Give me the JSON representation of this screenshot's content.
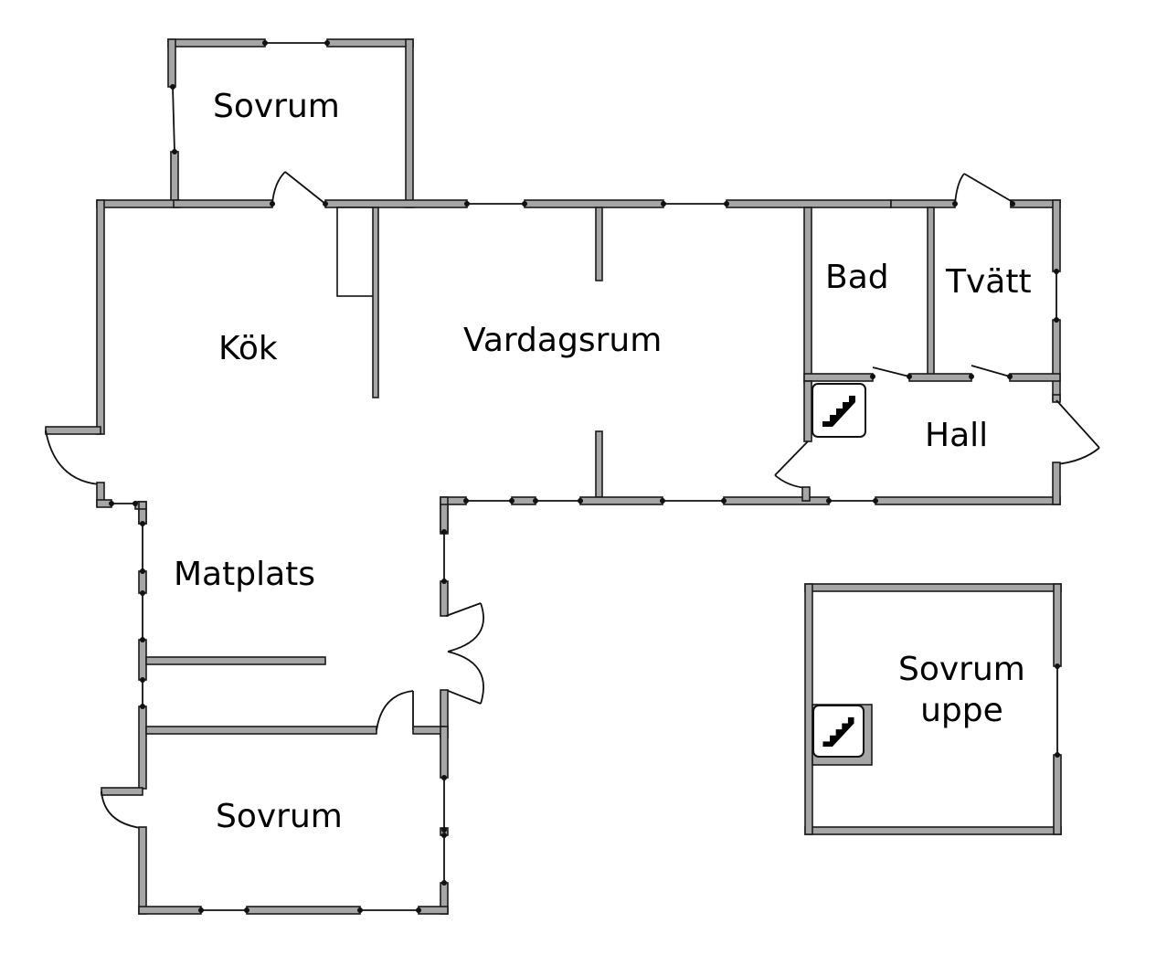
{
  "plan": {
    "title": "Floor plan",
    "rooms": {
      "sovrum_north": "Sovrum",
      "kok": "Kök",
      "vardagsrum": "Vardagsrum",
      "bad": "Bad",
      "tvatt": "Tvätt",
      "hall": "Hall",
      "matplats": "Matplats",
      "sovrum_south": "Sovrum",
      "sovrum_uppe_line1": "Sovrum",
      "sovrum_uppe_line2": "uppe"
    },
    "icons": {
      "stairs_hall": "stairs-icon",
      "stairs_upstairs": "stairs-icon"
    }
  }
}
